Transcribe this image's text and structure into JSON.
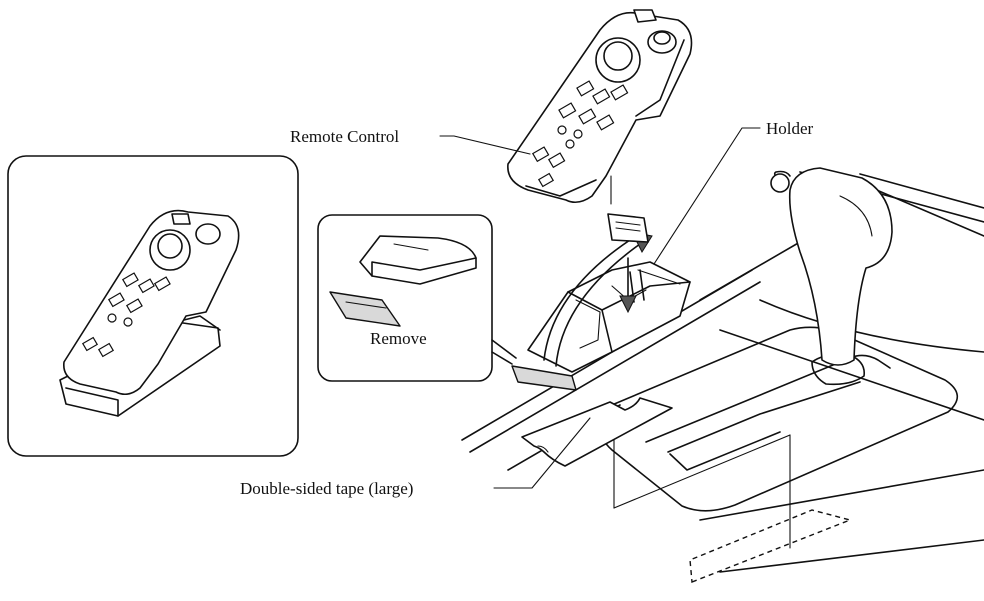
{
  "labels": {
    "remote_control": "Remote Control",
    "holder": "Holder",
    "remove": "Remove",
    "double_sided_tape": "Double-sided tape (large)"
  },
  "colors": {
    "line": "#111111",
    "shade": "#d9d9d9",
    "background": "#ffffff"
  }
}
